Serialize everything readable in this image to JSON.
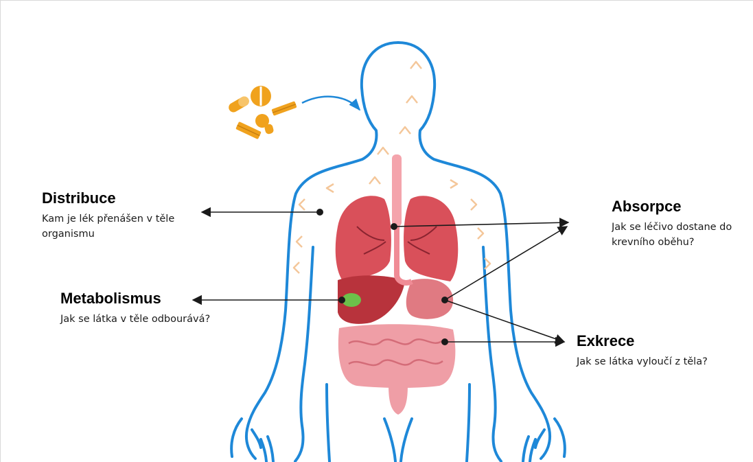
{
  "labels": {
    "distribuce": {
      "title": "Distribuce",
      "desc": "Kam je lék přenášen v těle organismu"
    },
    "absorpce": {
      "title": "Absorpce",
      "desc_line1": "Jak se léčivo dostane do",
      "desc_line2": "krevního oběhu?"
    },
    "metabolismus": {
      "title": "Metabolismus",
      "desc": "Jak se látka v těle odbourává?"
    },
    "exkrece": {
      "title": "Exkrece",
      "desc": "Jak se látka vyloučí z těla?"
    }
  },
  "colors": {
    "body_outline": "#1e88d8",
    "pill": "#f0a21e",
    "drug_marks": "#f4c79a",
    "lungs": "#d9505a",
    "organs": "#e07a82",
    "liver": "#b8333c",
    "gallbladder": "#6cc04a",
    "intestine": "#ef9ea6",
    "arrow": "#1a1a1a"
  },
  "icons": [
    "pills-icon",
    "body-outline-icon",
    "lungs-icon",
    "liver-icon",
    "stomach-icon",
    "intestines-icon"
  ]
}
